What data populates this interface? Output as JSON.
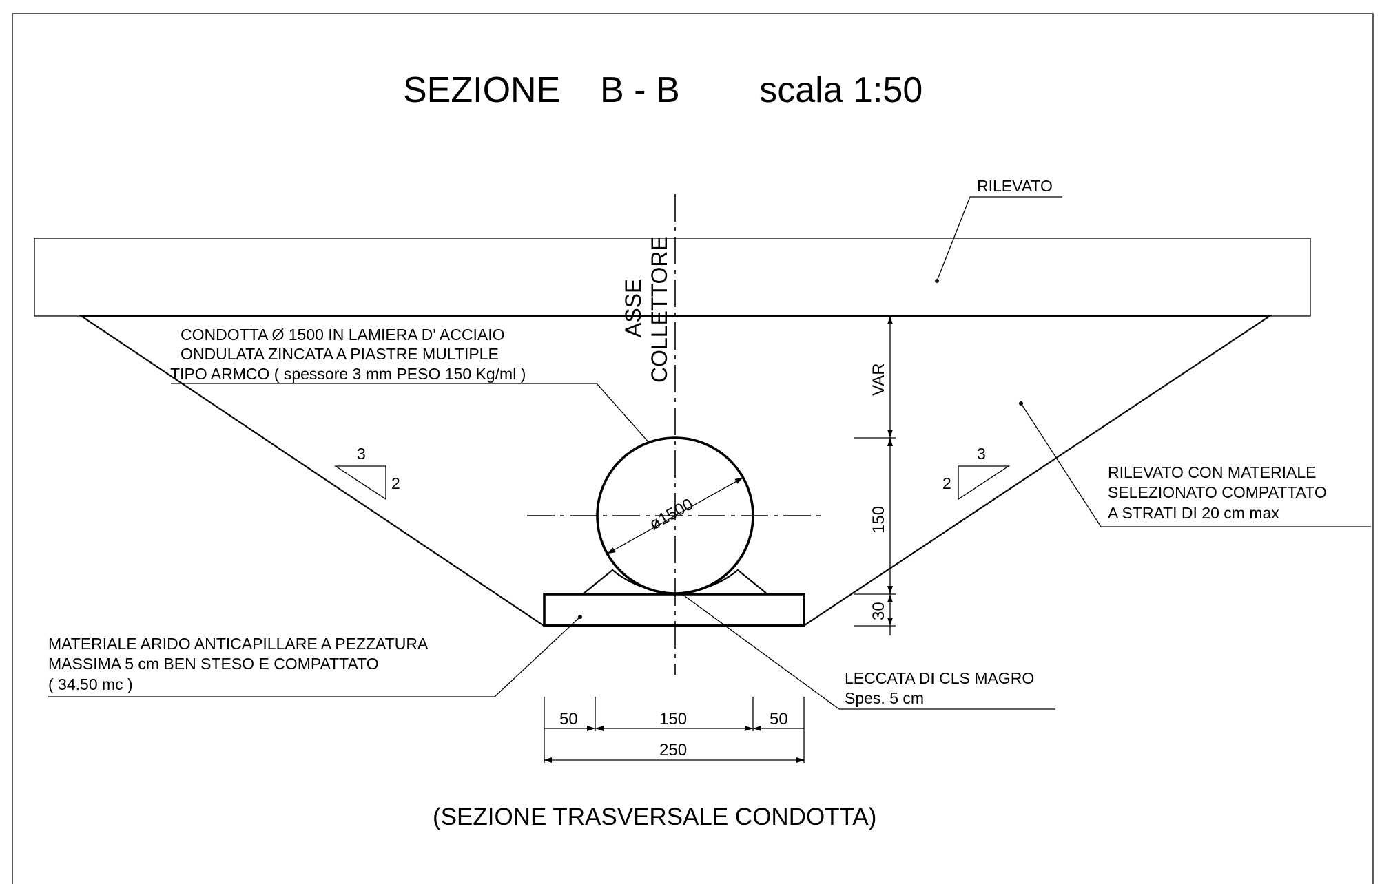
{
  "title": "SEZIONE    B - B        scala 1:50",
  "subtitle": "(SEZIONE TRASVERSALE CONDOTTA)",
  "axis_label": {
    "line1": "ASSE",
    "line2": "COLLETTORE"
  },
  "labels": {
    "rilevato": "RILEVATO",
    "condotta": [
      "CONDOTTA Ø 1500  IN  LAMIERA  D' ACCIAIO",
      "ONDULATA  ZINCATA  A  PIASTRE  MULTIPLE",
      "TIPO  ARMCO  ( spessore  3 mm  PESO 150  Kg/ml )"
    ],
    "rilevato_materiale": [
      "RILEVATO  CON  MATERIALE",
      "SELEZIONATO  COMPATTATO",
      "A  STRATI  DI  20  cm max"
    ],
    "materiale_arido": [
      "MATERIALE  ARIDO  ANTICAPILLARE  A PEZZATURA",
      "MASSIMA  5 cm  BEN  STESO  E  COMPATTATO",
      "( 34.50 mc )"
    ],
    "leccata": [
      "LECCATA  DI  CLS  MAGRO",
      "Spes.  5  cm"
    ],
    "diameter": "ø1500"
  },
  "slope": {
    "run": "3",
    "rise": "2"
  },
  "dimensions": {
    "var": "VAR",
    "pipe": "150",
    "base": "30",
    "bottom_left": "50",
    "bottom_center": "150",
    "bottom_right": "50",
    "bottom_total": "250"
  }
}
